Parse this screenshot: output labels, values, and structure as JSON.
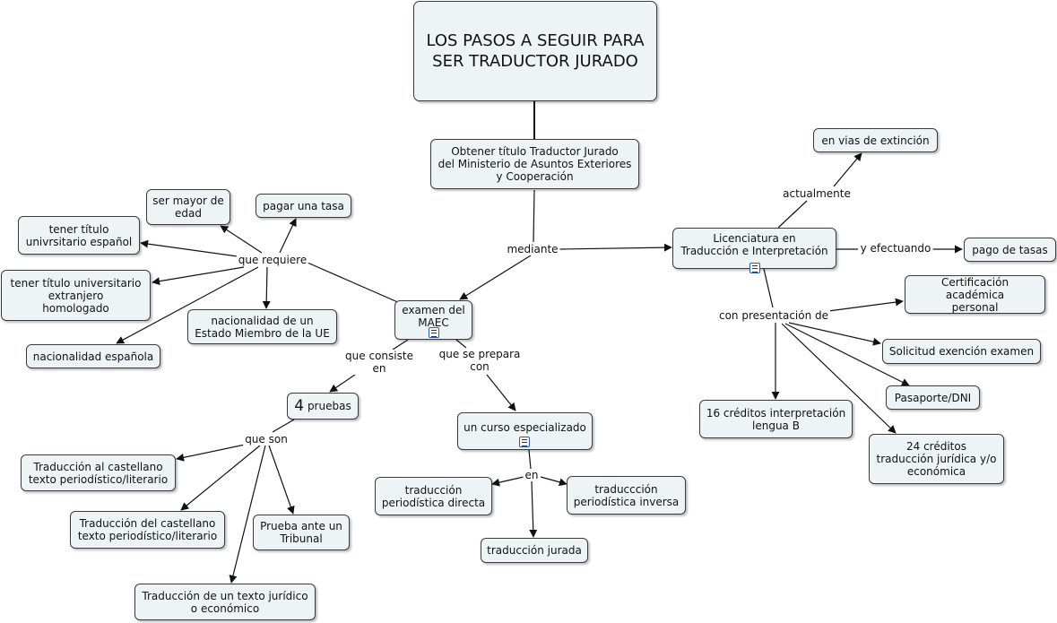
{
  "colors": {
    "node_fill": "#eef4f6",
    "node_border": "#3a3a3a",
    "line": "#111111",
    "icon": "#2b5aa6"
  },
  "nodes": {
    "title": "LOS PASOS A SEGUIR PARA\nSER TRADUCTOR JURADO",
    "obtener": "Obtener título Traductor Jurado\ndel Ministerio de Asuntos Exteriores\ny Cooperación",
    "examen": "examen del\nMAEC",
    "licenciatura": "Licenciatura en\nTraducción e Interpretación",
    "extincion": "en vias de extinción",
    "pago": "pago de tasas",
    "certificacion": "Certificación académica\npersonal",
    "solicitud": "Solicitud exención examen",
    "pasaporte": "Pasaporte/DNI",
    "creditos_int": "16 créditos interpretación\nlengua B",
    "creditos_jur": "24 créditos\ntraducción jurídica y/o\neconómica",
    "mayor": "ser mayor de\nedad",
    "tasa": "pagar una tasa",
    "titulo_esp": "tener título\nunivrsitario español",
    "titulo_ext": "tener título universitario\nextranjero\nhomologado",
    "nac_ue": "nacionalidad de un\nEstado Miembro de la UE",
    "nac_esp": "nacionalidad española",
    "pruebas_num": "4",
    "pruebas_txt": "pruebas",
    "curso": "un curso especializado",
    "trad_cast": "Traducción al castellano\ntexto periodístico/literario",
    "trad_del": "Traducción del castellano\ntexto periodístico/literario",
    "prueba_tribunal": "Prueba ante un\nTribunal",
    "trad_jur_eco": "Traducción de un texto jurídico\no económico",
    "per_directa": "traducción\nperiodística directa",
    "per_inversa": "traduccción\nperiodística inversa",
    "jurada": "traducción jurada"
  },
  "links": {
    "mediante": "mediante",
    "actualmente": "actualmente",
    "y_efectuando": "y efectuando",
    "con_presentacion": "con presentación de",
    "que_requiere": "que requiere",
    "que_consiste": "que consiste\nen",
    "que_prepara": "que se prepara\ncon",
    "que_son": "que son",
    "en": "en"
  }
}
